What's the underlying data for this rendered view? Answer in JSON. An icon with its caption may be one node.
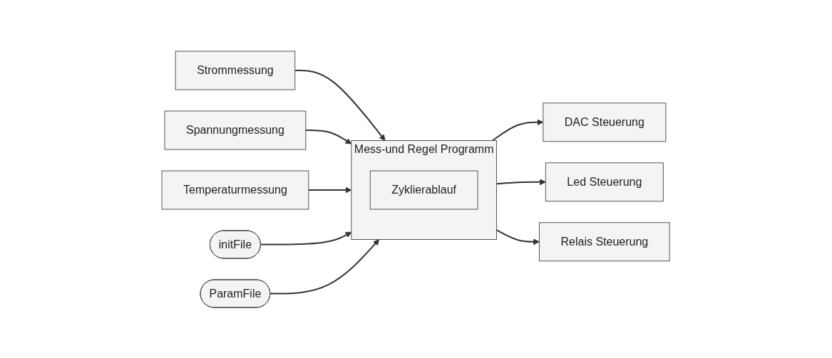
{
  "diagram": {
    "nodes": [
      {
        "text": [
          "Mess-und Regel Programm"
        ]
      },
      {
        "text": [
          "Zyklierablauf"
        ],
        "in": 0
      },
      {
        "text": [
          "Strommessung"
        ]
      },
      {
        "text": [
          "Spannungmessung"
        ]
      },
      {
        "text": [
          "Temperaturmessung"
        ]
      },
      {
        "text": [
          "DAC Steuerung"
        ]
      },
      {
        "text": [
          "Led Steuerung"
        ]
      },
      {
        "text": [
          "Relais Steuerung"
        ]
      },
      {
        "text": [
          "initFile"
        ]
      },
      {
        "text": [
          "ParamFile"
        ]
      }
    ],
    "edges": [
      {
        "from": 2,
        "to": 0,
        "arrow": "to"
      },
      {
        "from": 3,
        "to": 0,
        "arrow": "to"
      },
      {
        "from": 4,
        "to": 0,
        "arrow": "to"
      },
      {
        "from": 0,
        "to": 5,
        "arrow": "to"
      },
      {
        "from": 0,
        "to": 6,
        "arrow": "to"
      },
      {
        "from": 0,
        "to": 7,
        "arrow": "to"
      },
      {
        "from": 8,
        "to": 0,
        "arrow": "to"
      },
      {
        "from": 9,
        "to": 0,
        "arrow": "to"
      }
    ]
  }
}
